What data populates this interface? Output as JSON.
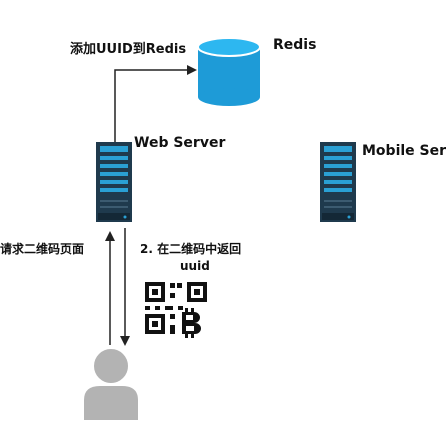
{
  "labels": {
    "add_uuid": "添加UUID到Redis",
    "redis": "Redis",
    "web_server": "Web Server",
    "mobile_server": "Mobile Serv",
    "request_qr": "请求二维码页面",
    "return_step": "2. 在二维码中返回",
    "uuid": "uuid"
  },
  "colors": {
    "redis_blue": "#1e9bd7",
    "redis_top": "#29b6f0",
    "server_dark": "#1f3a4d",
    "server_accent": "#2aa0d4",
    "person_gray": "#b3b3b3",
    "arrow": "#222222"
  },
  "icons": [
    "redis-cylinder-icon",
    "web-server-icon",
    "mobile-server-icon",
    "qr-code-icon",
    "user-icon"
  ]
}
